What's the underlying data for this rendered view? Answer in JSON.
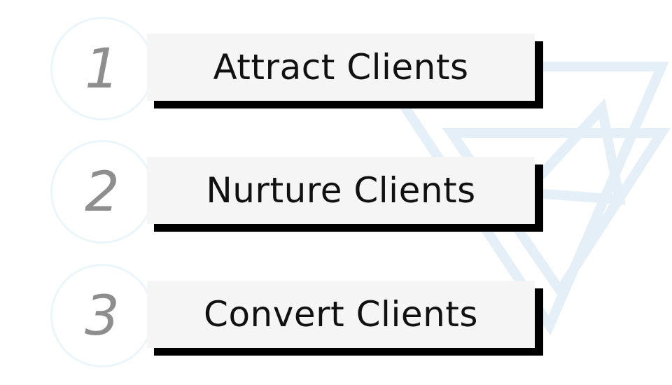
{
  "colors": {
    "circle_border": "#eaf6fb",
    "number": "#8e8e8e",
    "label_background": "#f5f5f5",
    "label_shadow": "#000000",
    "label_text": "#111111",
    "watermark": "#e4eff8"
  },
  "watermark_icon": "triangle-logo-icon",
  "steps": [
    {
      "number": "1",
      "label": "Attract Clients"
    },
    {
      "number": "2",
      "label": "Nurture Clients"
    },
    {
      "number": "3",
      "label": "Convert Clients"
    }
  ]
}
